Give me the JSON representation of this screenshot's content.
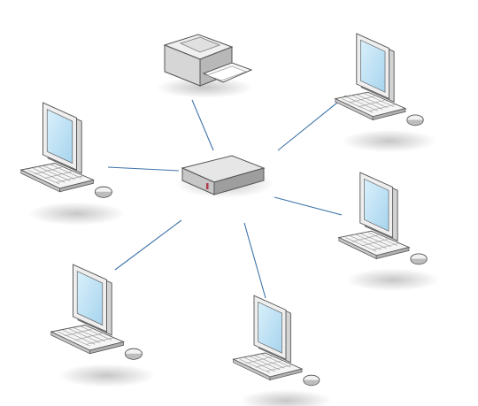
{
  "diagram": {
    "type": "star-network",
    "hub": {
      "kind": "switch",
      "icon": "network-switch-icon"
    },
    "nodes": [
      {
        "kind": "printer",
        "icon": "printer-icon"
      },
      {
        "kind": "computer",
        "icon": "desktop-computer-icon"
      },
      {
        "kind": "computer",
        "icon": "desktop-computer-icon"
      },
      {
        "kind": "computer",
        "icon": "desktop-computer-icon"
      },
      {
        "kind": "computer",
        "icon": "desktop-computer-icon"
      },
      {
        "kind": "computer",
        "icon": "desktop-computer-icon"
      }
    ],
    "colors": {
      "link": "#3f74a8",
      "screen": "#bfe3f5",
      "device_light": "#f2f2f2",
      "device_mid": "#d4d4d4",
      "device_dark": "#9a9a9a",
      "outline": "#555555",
      "switch_led": "#b03a4a"
    }
  }
}
